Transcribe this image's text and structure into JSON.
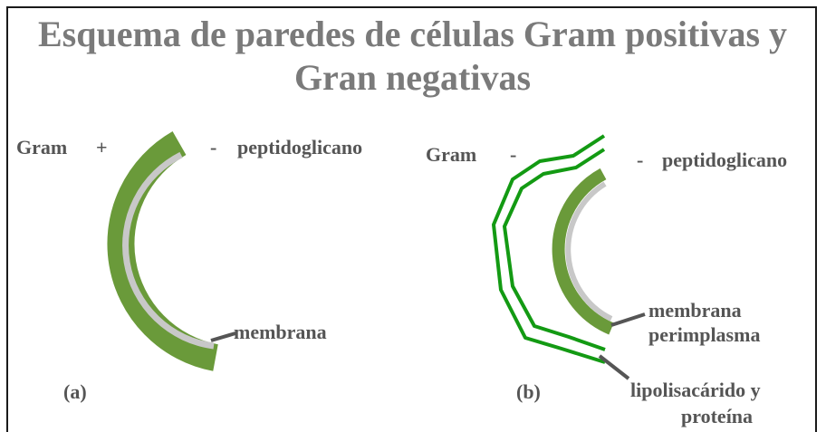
{
  "title": {
    "line1": "Esquema de paredes de células Gram positivas y",
    "line2": "Gran negativas"
  },
  "diagram_a": {
    "gram_label": "Gram",
    "sign": "+",
    "minus": "-",
    "peptidoglycan_label": "peptidoglicano",
    "membrane_label": "membrana",
    "panel_label": "(a)"
  },
  "diagram_b": {
    "gram_label": "Gram",
    "sign": "-",
    "minus": "-",
    "peptidoglycan_label": "peptidoglicano",
    "membrane_label": "membrana",
    "periplasm_label": "perimplasma",
    "lps_label_line1": "lipolisacárido y",
    "lps_label_line2": "proteína",
    "panel_label": "(b)"
  },
  "colors": {
    "peptidoglycan_green": "#6a9a3a",
    "membrane_gray": "#c8c8c8",
    "outer_membrane_green": "#139a13",
    "leader_line": "#555555",
    "title_gray": "#7a7a7a",
    "label_gray": "#555555"
  }
}
